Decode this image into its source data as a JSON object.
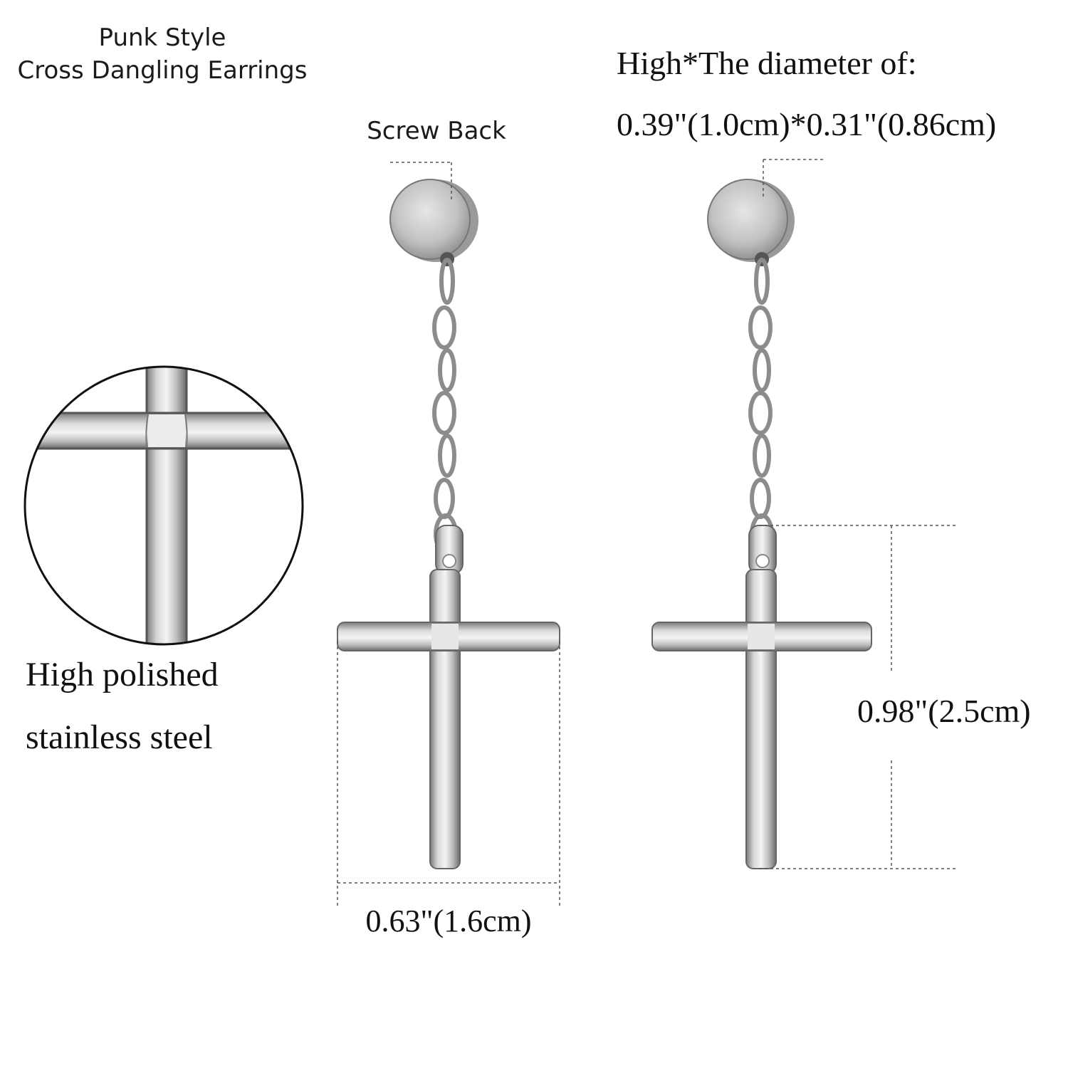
{
  "title": {
    "line1": "Punk Style",
    "line2": "Cross Dangling Earrings"
  },
  "labels": {
    "screw_back": "Screw Back",
    "diameter_line1": "High*The diameter of:",
    "diameter_line2": "0.39\"(1.0cm)*0.31\"(0.86cm)",
    "material_line1": "High polished",
    "material_line2": "stainless steel",
    "width": "0.63\"(1.6cm)",
    "height": "0.98\"(2.5cm)"
  },
  "colors": {
    "metal_light": "#eeeeee",
    "metal_mid": "#b9b9b9",
    "metal_dark": "#6d6d6d",
    "dimension_line": "#555555"
  }
}
